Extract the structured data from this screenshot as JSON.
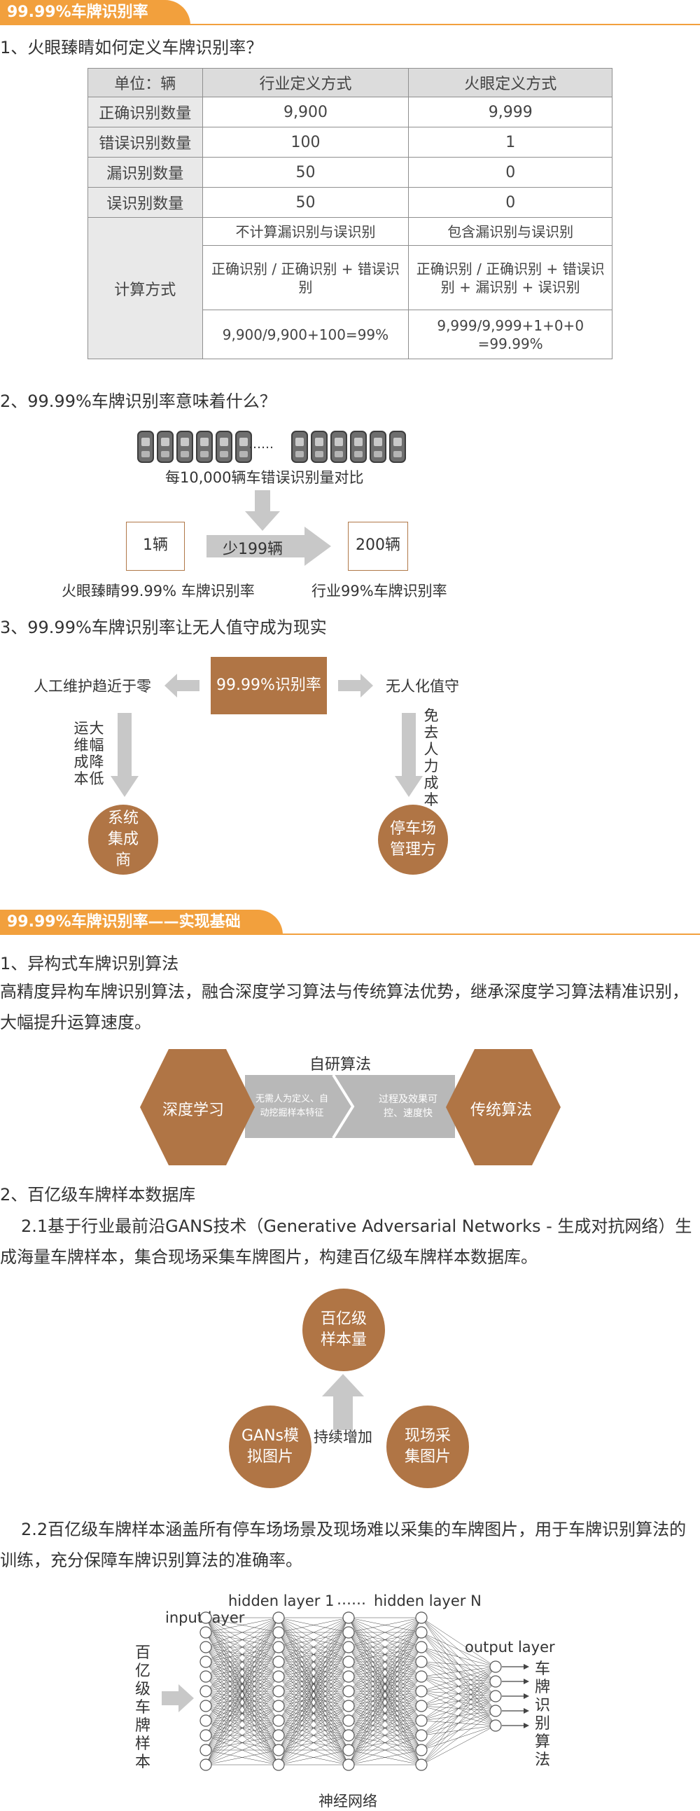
{
  "section1": {
    "banner": "99.99%车牌识别率",
    "q1": "1、火眼臻睛如何定义车牌识别率？",
    "table": {
      "headers": [
        "单位：辆",
        "行业定义方式",
        "火眼定义方式"
      ],
      "rows": [
        [
          "正确识别数量",
          "9,900",
          "9,999"
        ],
        [
          "错误识别数量",
          "100",
          "1"
        ],
        [
          "漏识别数量",
          "50",
          "0"
        ],
        [
          "误识别数量",
          "50",
          "0"
        ]
      ],
      "calc_label": "计算方式",
      "calc": [
        [
          "不计算漏识别与误识别",
          "包含漏识别与误识别"
        ],
        [
          "正确识别 / 正确识别 + 错误识别",
          "正确识别 / 正确识别 + 错误识别 + 漏识别 + 误识别"
        ],
        [
          "9,900/9,900+100=99%",
          "9,999/9,999+1+0+0 =99.99%"
        ]
      ]
    },
    "q2": "2、99.99%车牌识别率意味着什么？",
    "cars_dots": "……",
    "cars_caption": "每10,000辆车错误识别量对比",
    "left_box": "1辆",
    "arrow_text": "少199辆",
    "right_box": "200辆",
    "left_caption": "火眼臻睛99.99% 车牌识别率",
    "right_caption": "行业99%车牌识别率",
    "q3": "3、99.99%车牌识别率让无人值守成为现实",
    "center_box": "99.99%识别率",
    "left_text": "人工维护趋近于零",
    "right_text": "无人化值守",
    "left_vert_a": "运维成本",
    "left_vert_b": "大幅降低",
    "right_vert": "免去人力成本",
    "left_circle": "系统集成商",
    "right_circle": "停车场管理方"
  },
  "section2": {
    "banner": "99.99%车牌识别率——实现基础",
    "h1": "1、异构式车牌识别算法",
    "p1": "高精度异构车牌识别算法，融合深度学习算法与传统算法优势，继承深度学习算法精准识别，大幅提升运算速度。",
    "algo_title": "自研算法",
    "hex_left": "深度学习",
    "hex_right": "传统算法",
    "mid_left": "无需人为定义、自动挖掘样本特征",
    "mid_right": "过程及效果可控、速度快",
    "h2": "2、百亿级车牌样本数据库",
    "p21": "2.1基于行业最前沿GANS技术（Generative Adversarial Networks - 生成对抗网络）生成海量车牌样本，集合现场采集车牌图片，构建百亿级车牌样本数据库。",
    "top_circle": "百亿级样本量",
    "bl_circle": "GANs模拟图片",
    "br_circle": "现场采集图片",
    "grow_text": "持续增加",
    "p22": "2.2百亿级车牌样本涵盖所有停车场场景及现场难以采集的车牌图片，用于车牌识别算法的训练，充分保障车牌识别算法的准确率。",
    "nn": {
      "hidden1": "hidden layer 1",
      "dots": "……",
      "hiddenN": "hidden layer N",
      "input": "input layer",
      "output": "output layer",
      "left_vert": "百亿级车牌样本",
      "right_vert": "车牌识别算法",
      "caption": "神经网络"
    }
  },
  "colors": {
    "orange": "#f2a03d",
    "brown": "#b07545",
    "gray": "#c8c8c8"
  }
}
